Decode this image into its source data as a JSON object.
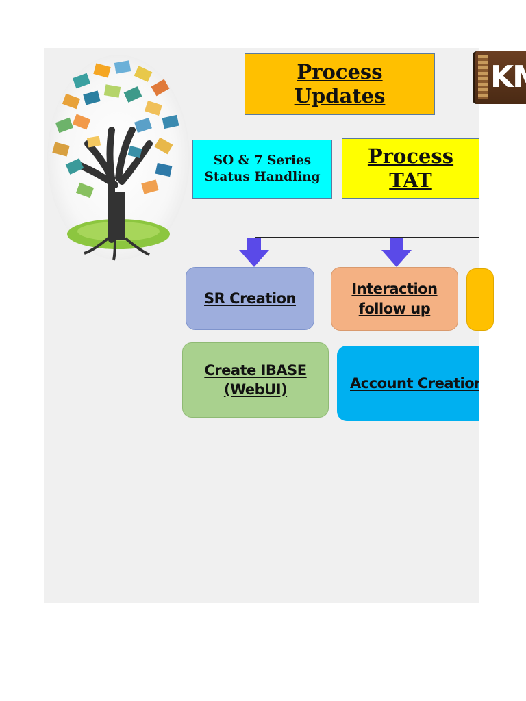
{
  "header": {
    "process_updates": "Process\nUpdates",
    "so_status": "SO & 7 Series\nStatus Handling",
    "process_tat": "Process\nTAT"
  },
  "logo": {
    "text": "KM",
    "icon": "knowledge-tree-icon"
  },
  "cards": {
    "sr_creation": "SR Creation",
    "interaction_follow_up": "Interaction\nfollow up",
    "create_ibase": "Create IBASE\n(WebUI)",
    "account_creation": "Account Creation"
  },
  "colors": {
    "process_updates_bg": "#ffc000",
    "so_status_bg": "#00ffff",
    "process_tat_bg": "#ffff00",
    "sr_creation_bg": "#9eaedd",
    "interaction_bg": "#f4b183",
    "orange_card_bg": "#ffc000",
    "create_ibase_bg": "#a9d18e",
    "account_creation_bg": "#00b0f0",
    "arrow": "#5a4ae8"
  }
}
